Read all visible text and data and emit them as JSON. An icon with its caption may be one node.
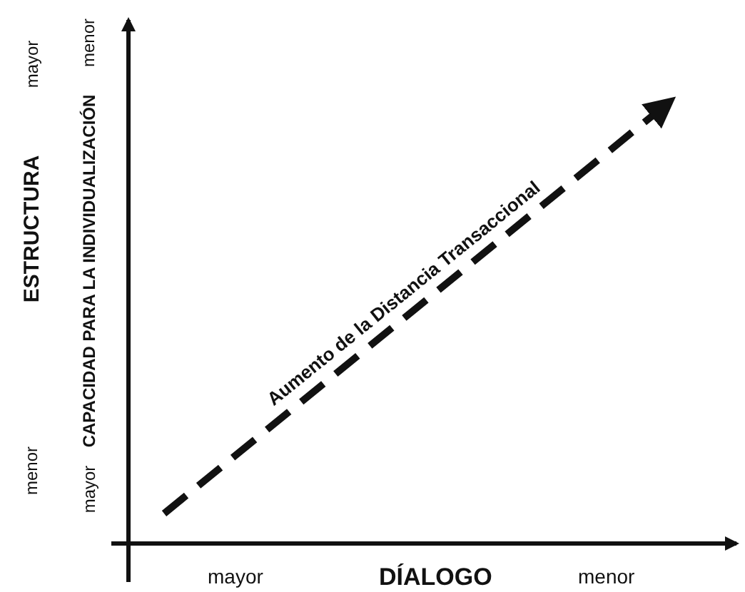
{
  "diagram": {
    "labels": [
      "mayor",
      "menor",
      "ESTRUCTURA",
      "CAPACIDAD PARA LA INDIVIDUALIZACIÓN",
      "menor",
      "mayor",
      "Aumento de la Distancia Transaccional",
      "mayor",
      "DÍALOGO",
      "menor"
    ]
  }
}
